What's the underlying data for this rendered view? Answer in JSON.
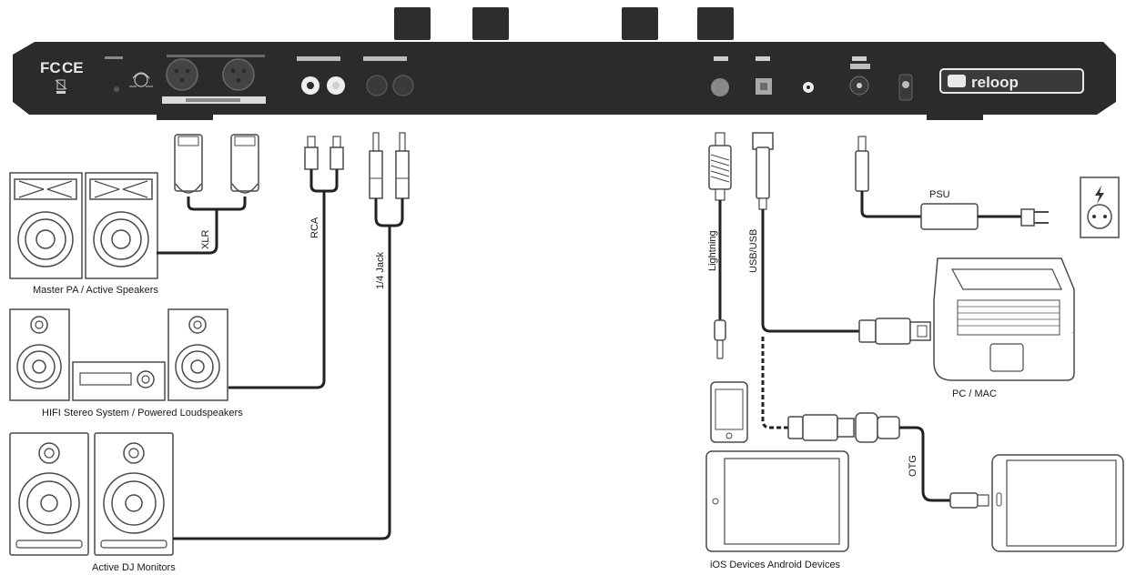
{
  "device": {
    "brand_logo": "reloop",
    "certification_marks": [
      "FC",
      "CE"
    ]
  },
  "cables": {
    "xlr": "XLR",
    "rca": "RCA",
    "jack": "1/4 Jack",
    "lightning": "Lightning",
    "usb": "USB/USB",
    "psu": "PSU",
    "otg": "OTG"
  },
  "destinations": {
    "master_pa": "Master PA / Active Speakers",
    "hifi": "HIFI Stereo System / Powered Loudspeakers",
    "dj_monitors": "Active DJ Monitors",
    "computer": "PC / MAC",
    "mobile": "iOS Devices Android Devices"
  },
  "colors": {
    "device_body": "#2b2b2b",
    "cable": "#222222",
    "outline": "#4a4a4a",
    "background": "#ffffff"
  },
  "icons": [
    "power-outlet-icon",
    "power-bolt-icon",
    "trash-bin-icon",
    "headphone-icon"
  ]
}
